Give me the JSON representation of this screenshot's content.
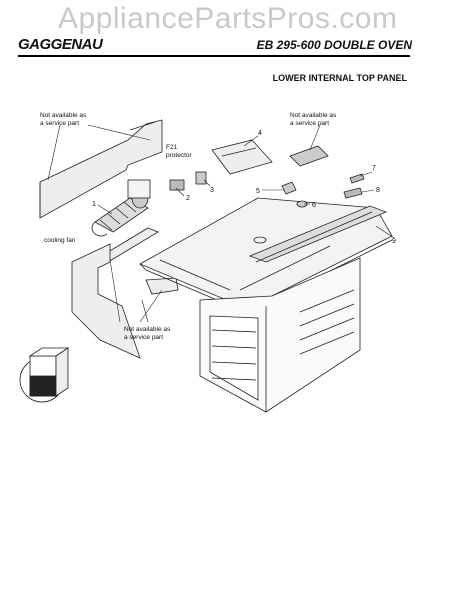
{
  "watermark": "AppliancePartsPros.com",
  "header": {
    "brand": "GAGGENAU",
    "model": "EB 295-600 DOUBLE OVEN"
  },
  "section_title": "LOWER INTERNAL TOP PANEL",
  "callouts": {
    "not_available_left_1": "Not available as",
    "not_available_left_2": "a service part",
    "not_available_top_1": "Not available as",
    "not_available_top_2": "a service part",
    "not_available_bottom_1": "Not available as",
    "not_available_bottom_2": "a service part",
    "f21_line1": "F21",
    "f21_line2": "protector",
    "cooling_fan": "cooling fan"
  },
  "part_numbers": [
    "1",
    "2",
    "3",
    "4",
    "5",
    "6",
    "7",
    "8",
    "9"
  ]
}
